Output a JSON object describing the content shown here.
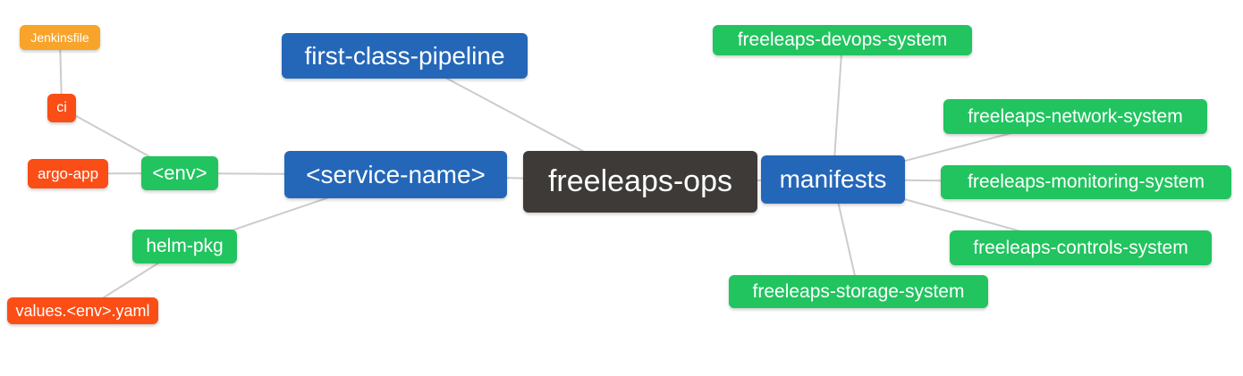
{
  "diagram": {
    "title": "freeleaps-ops mind map",
    "background_color": "#ffffff",
    "edge_color": "#cccccc",
    "palette": {
      "blue": "#2467b8",
      "green": "#21c45f",
      "red": "#fa4e16",
      "amber": "#f8a42a",
      "dark": "#3d3a37"
    },
    "nodes": [
      {
        "id": "jenkinsfile",
        "label": "Jenkinsfile",
        "color": "amber"
      },
      {
        "id": "ci",
        "label": "ci",
        "color": "red"
      },
      {
        "id": "argo-app",
        "label": "argo-app",
        "color": "red"
      },
      {
        "id": "env",
        "label": "<env>",
        "color": "green"
      },
      {
        "id": "helm-pkg",
        "label": "helm-pkg",
        "color": "green"
      },
      {
        "id": "values-env-yaml",
        "label": "values.<env>.yaml",
        "color": "red"
      },
      {
        "id": "first-class-pipeline",
        "label": "first-class-pipeline",
        "color": "blue"
      },
      {
        "id": "service-name",
        "label": "<service-name>",
        "color": "blue"
      },
      {
        "id": "freeleaps-ops",
        "label": "freeleaps-ops",
        "color": "dark"
      },
      {
        "id": "manifests",
        "label": "manifests",
        "color": "blue"
      },
      {
        "id": "freeleaps-devops-system",
        "label": "freeleaps-devops-system",
        "color": "green"
      },
      {
        "id": "freeleaps-network-system",
        "label": "freeleaps-network-system",
        "color": "green"
      },
      {
        "id": "freeleaps-monitoring-system",
        "label": "freeleaps-monitoring-system",
        "color": "green"
      },
      {
        "id": "freeleaps-controls-system",
        "label": "freeleaps-controls-system",
        "color": "green"
      },
      {
        "id": "freeleaps-storage-system",
        "label": "freeleaps-storage-system",
        "color": "green"
      }
    ],
    "edges": [
      [
        "jenkinsfile",
        "ci"
      ],
      [
        "ci",
        "env"
      ],
      [
        "argo-app",
        "env"
      ],
      [
        "env",
        "service-name"
      ],
      [
        "helm-pkg",
        "service-name"
      ],
      [
        "values-env-yaml",
        "helm-pkg"
      ],
      [
        "first-class-pipeline",
        "freeleaps-ops"
      ],
      [
        "service-name",
        "freeleaps-ops"
      ],
      [
        "freeleaps-ops",
        "manifests"
      ],
      [
        "manifests",
        "freeleaps-devops-system"
      ],
      [
        "manifests",
        "freeleaps-network-system"
      ],
      [
        "manifests",
        "freeleaps-monitoring-system"
      ],
      [
        "manifests",
        "freeleaps-controls-system"
      ],
      [
        "manifests",
        "freeleaps-storage-system"
      ]
    ]
  }
}
